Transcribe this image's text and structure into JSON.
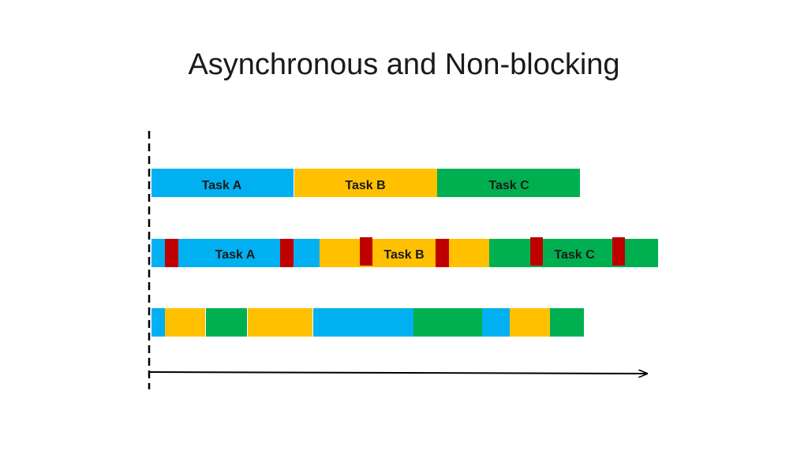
{
  "slide": {
    "title": "Asynchronous and Non-blocking"
  },
  "colors": {
    "task_a": "#00b0f0",
    "task_b": "#ffc000",
    "task_c": "#00b050",
    "wait": "#c00000",
    "line": "#000000"
  },
  "rows": [
    {
      "name": "row-sequential",
      "labels": [
        {
          "task": "a",
          "text": "Task A"
        },
        {
          "task": "b",
          "text": "Task B"
        },
        {
          "task": "c",
          "text": "Task C"
        }
      ]
    },
    {
      "name": "row-blocking-waits",
      "labels": [
        {
          "task": "a",
          "text": "Task A"
        },
        {
          "task": "b",
          "text": "Task B"
        },
        {
          "task": "c",
          "text": "Task C"
        }
      ]
    },
    {
      "name": "row-interleaved",
      "labels": []
    }
  ]
}
